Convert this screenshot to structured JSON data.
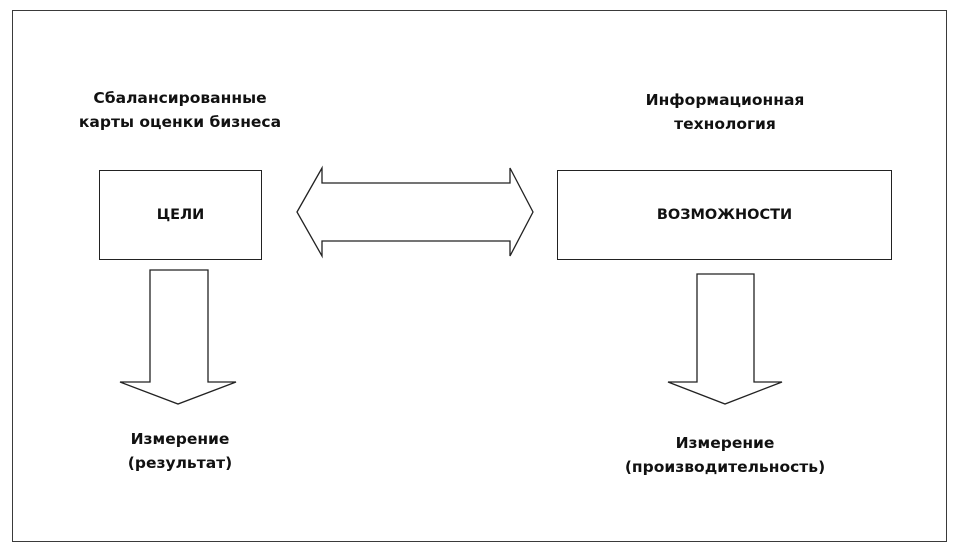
{
  "left": {
    "caption": [
      "Сбалансированные",
      "карты оценки бизнеса"
    ],
    "box": "ЦЕЛИ",
    "measure": [
      "Измерение",
      "(результат)"
    ]
  },
  "right": {
    "caption": [
      "Информационная",
      "технология"
    ],
    "box": "ВОЗМОЖНОСТИ",
    "measure": [
      "Измерение",
      "(производительность)"
    ]
  },
  "colors": {
    "stroke": "#222222",
    "frame": "#3a3a3a"
  }
}
